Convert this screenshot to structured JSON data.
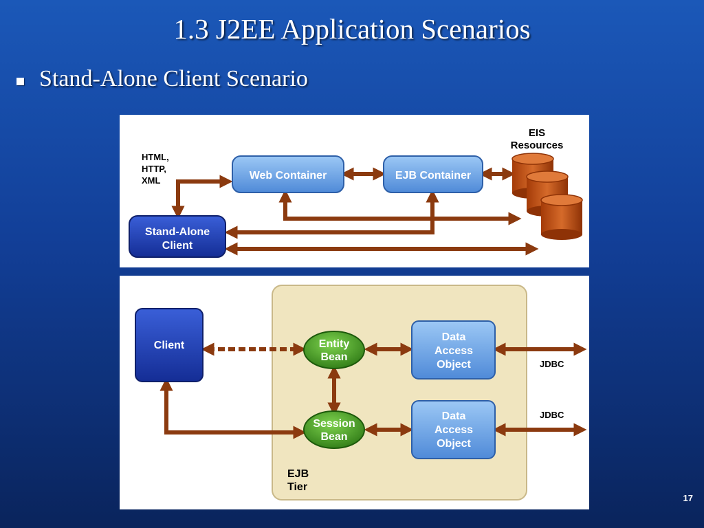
{
  "slide": {
    "title": "1.3 J2EE Application Scenarios",
    "bullet": "Stand-Alone Client Scenario",
    "page_number": "17"
  },
  "diagram_top": {
    "protocols": [
      "HTML,",
      "HTTP,",
      "XML"
    ],
    "web_container": "Web Container",
    "ejb_container": "EJB Container",
    "eis_resources": [
      "EIS",
      "Resources"
    ],
    "client": [
      "Stand-Alone",
      "Client"
    ]
  },
  "diagram_bottom": {
    "client": "Client",
    "entity_bean": [
      "Entity",
      "Bean"
    ],
    "session_bean": [
      "Session",
      "Bean"
    ],
    "data_access_object": [
      "Data",
      "Access",
      "Object"
    ],
    "jdbc": "JDBC",
    "ejb_tier": [
      "EJB",
      "Tier"
    ]
  },
  "colors": {
    "background": "#1b58b8",
    "arrow": "#8b3a0f",
    "container_box": "#6fa6e6",
    "client_box": "#1f3fb8",
    "bean": "#4a9a2a",
    "database": "#b5470e",
    "ejb_tier_bg": "#f0e5bf"
  }
}
